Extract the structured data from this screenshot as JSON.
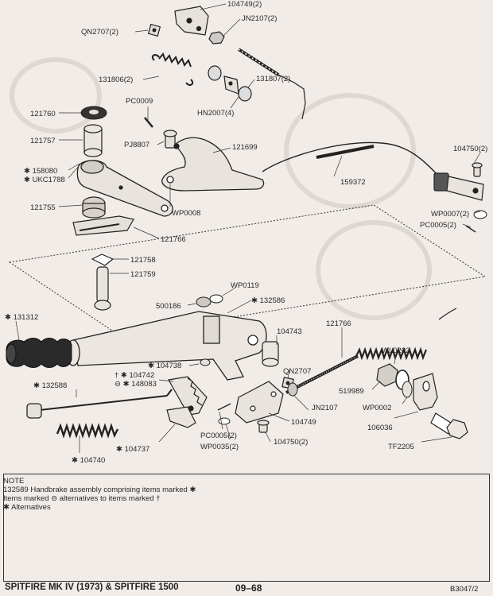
{
  "labels": {
    "p104749_2": "104749(2)",
    "qn2707_2": "QN2707(2)",
    "jn2107_2": "JN2107(2)",
    "p131806_2": "131806(2)",
    "p131807_2": "131807(2)",
    "hn2007_4": "HN2007(4)",
    "p121760": "121760",
    "pc0009": "PC0009",
    "p121757": "121757",
    "pj8807": "PJ8807",
    "p121699": "121699",
    "p104750_2": "104750(2)",
    "p158080": "✱ 158080",
    "ukc1788": "✱ UKC1788",
    "p159372": "159372",
    "wp0008": "WP0008",
    "p121755": "121755",
    "wp0007_2": "WP0007(2)",
    "pc0005_2a": "PC0005(2)",
    "p121766a": "121766",
    "p121758": "121758",
    "p121759": "121759",
    "wp0119": "WP0119",
    "p500186": "500186",
    "p132586": "✱ 132586",
    "p131312": "✱ 131312",
    "p121766b": "121766",
    "p104743": "104743",
    "p104738": "✱ 104738",
    "wl0202": "WL0202",
    "qn2707": "QN2707",
    "p104742": "† ✱ 104742",
    "p148083": "⊖ ✱ 148083",
    "p519989": "519989",
    "p132588": "✱ 132588",
    "jn2107": "JN2107",
    "wp0002": "WP0002",
    "p104749": "104749",
    "p106036": "106036",
    "pc0005_2b": "PC0005(2)",
    "wp0035_2": "WP0035(2)",
    "p104750_2b": "104750(2)",
    "p104737": "✱ 104737",
    "tf2205": "TF2205",
    "p104740": "✱ 104740"
  },
  "note": {
    "heading": "NOTE",
    "line1": "132589   Handbrake assembly comprising items marked ✱",
    "line2": "Items marked ⊖ alternatives to items marked †",
    "line3": "✱  Alternatives"
  },
  "footer": {
    "title": "SPITFIRE MK IV (1973) & SPITFIRE 1500",
    "page": "09–68",
    "ref": "B3047/2"
  }
}
